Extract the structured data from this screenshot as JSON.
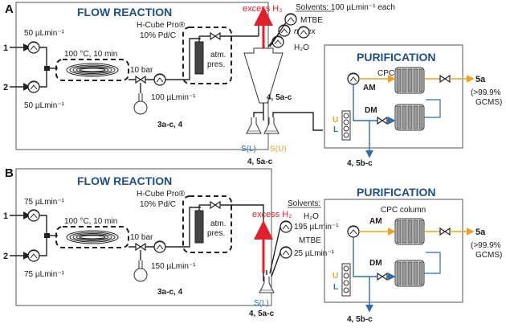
{
  "panel_a": {
    "letter": "A",
    "flow_title": "FLOW REACTION",
    "purification_title": "PURIFICATION",
    "inlet_1": "1",
    "inlet_2": "2",
    "flow_1": "50 µLmin⁻¹",
    "flow_2": "50 µLmin⁻¹",
    "reactor": "100 °C, 10 min",
    "pressure": "10 bar",
    "product_3ac": "3a-c, 4",
    "hcube": "H-Cube Pro®",
    "catalyst": "10% Pd/C",
    "atm_1": "atm.",
    "atm_2": "pres.",
    "flow_3": "100 µLmin⁻¹",
    "excess": "excess H₂",
    "solvents": "Solvents: 100 µLmin⁻¹ each",
    "s1": "MTBE",
    "s2": "n-Hex",
    "s3": "H₂O",
    "sep_label": "4, 5a-c",
    "su_label": "S(U)",
    "sl_label": "S(L)",
    "collect": "4, 5a-c",
    "cpc": "CPC column",
    "am": "AM",
    "dm": "DM",
    "u": "U",
    "l": "L",
    "out_5a": "5a",
    "purity_1": "(>99.9%",
    "purity_2": "GCMS)",
    "out_5bc": "4, 5b-c"
  },
  "panel_b": {
    "letter": "B",
    "flow_title": "FLOW REACTION",
    "purification_title": "PURIFICATION",
    "inlet_1": "1",
    "inlet_2": "2",
    "flow_1": "75 µLmin⁻¹",
    "flow_2": "75 µLmin⁻¹",
    "reactor": "100 °C, 10 min",
    "pressure": "10 bar",
    "product_3ac": "3a-c, 4",
    "hcube": "H-Cube Pro®",
    "catalyst": "10% Pd/C",
    "atm_1": "atm.",
    "atm_2": "pres.",
    "flow_3": "150 µLmin⁻¹",
    "excess": "excess H₂",
    "solvents": "Solvents:",
    "s1": "H₂O",
    "s1_rate": "195 µLmin⁻¹",
    "s2": "MTBE",
    "s2_rate": "25 µLmin⁻¹",
    "sl_label": "S(L)",
    "collect": "4, 5a-c",
    "cpc": "CPC column",
    "am": "AM",
    "dm": "DM",
    "u": "U",
    "l": "L",
    "out_5a": "5a",
    "purity_1": "(>99.9%",
    "purity_2": "GCMS)",
    "out_5bc": "4, 5b-c"
  },
  "colors": {
    "title_blue": "#1f4e8c",
    "red": "#e0202a",
    "blue": "#2f6db4",
    "orange": "#f0a020"
  }
}
